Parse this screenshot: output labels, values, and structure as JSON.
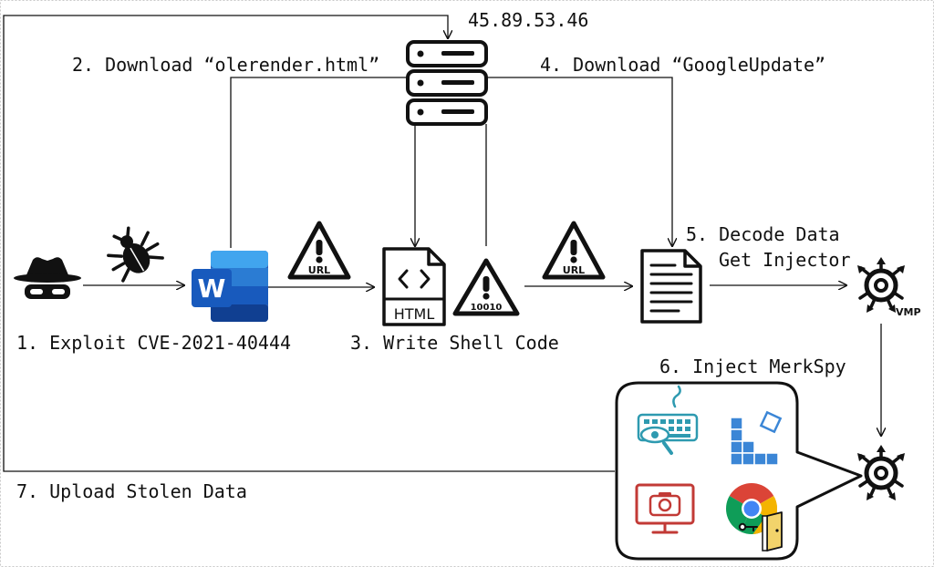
{
  "server": {
    "ip": "45.89.53.46"
  },
  "steps": {
    "step1": "1. Exploit CVE-2021-40444",
    "step2": "2. Download “olerender.html”",
    "step3": "3. Write Shell Code",
    "step4": "4. Download “GoogleUpdate”",
    "step5_line1": "5. Decode Data",
    "step5_line2": "Get Injector",
    "step6": "6. Inject MerkSpy",
    "step7": "7. Upload Stolen Data"
  },
  "badges": {
    "url_1": "URL",
    "url_2": "URL",
    "shellcode": "10010",
    "html_file": "HTML",
    "vmp": "VMP",
    "word_letter": "W"
  },
  "icons": {
    "attacker": "spy-hat-icon",
    "exploit": "bug-icon",
    "document": "word-document-icon",
    "server": "server-icon",
    "html_file": "html-file-icon",
    "decoded_file": "text-document-icon",
    "injector": "biohazard-icon",
    "capabilities": [
      "keylogger-icon",
      "blocks-icon",
      "screenshot-icon",
      "chrome-icon"
    ]
  },
  "colors": {
    "word_blue": "#2b5eb7",
    "teal": "#2e9ab0",
    "blocks_blue": "#3b86d6",
    "camera_red": "#c23a36"
  }
}
